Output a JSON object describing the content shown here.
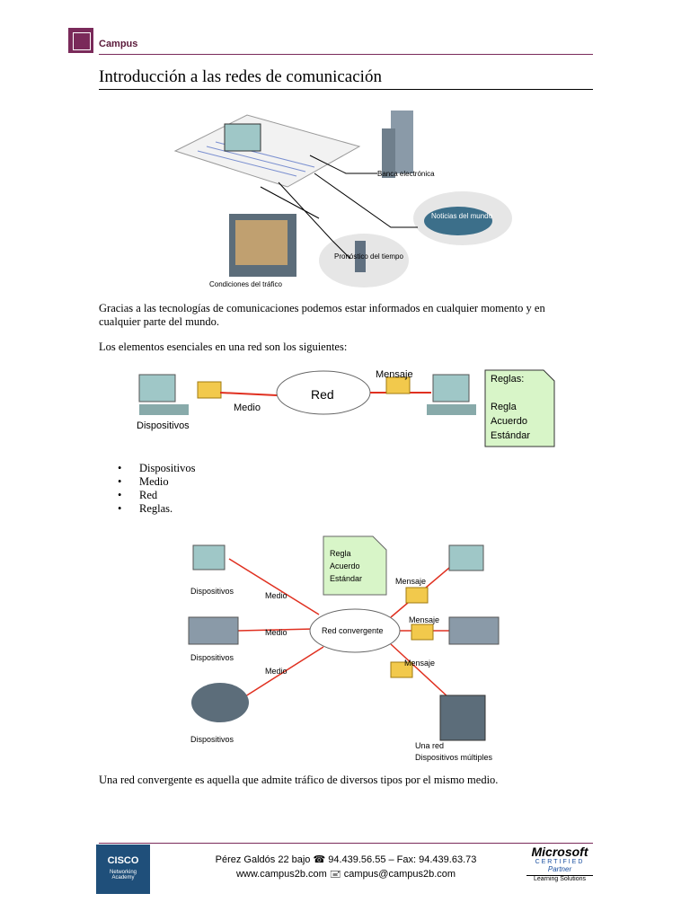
{
  "header": {
    "brand": "Campus"
  },
  "title": "Introducción a las redes de comunicación",
  "figure1": {
    "labels": {
      "banca": "Banca electrónica",
      "noticias": "Noticias del mundo",
      "pronostico": "Pronóstico del tiempo",
      "trafico": "Condiciones del tráfico"
    }
  },
  "paragraph1": "Gracias a las tecnologías de comunicaciones podemos estar informados en cualquier momento y en cualquier parte del mundo.",
  "paragraph2": "Los elementos esenciales en una red son los siguientes:",
  "figure2": {
    "dispositivos": "Dispositivos",
    "medio": "Medio",
    "red": "Red",
    "mensaje": "Mensaje",
    "reglas_title": "Reglas:",
    "regla": "Regla",
    "acuerdo": "Acuerdo",
    "estandar": "Estándar"
  },
  "bullets": [
    "Dispositivos",
    "Medio",
    "Red",
    "Reglas."
  ],
  "figure3": {
    "regla": "Regla",
    "acuerdo": "Acuerdo",
    "estandar": "Estándar",
    "dispositivos": "Dispositivos",
    "medio": "Medio",
    "mensaje": "Mensaje",
    "red_convergente": "Red convergente",
    "una_red": "Una red",
    "dispositivos_multiples": "Dispositivos múltiples"
  },
  "paragraph3": "Una red convergente es aquella que admite tráfico de diversos tipos por el mismo medio.",
  "footer": {
    "address": "Pérez Galdós 22 bajo ☎ 94.439.56.55 – Fax: 94.439.63.73",
    "web": "www.campus2b.com 🖃 campus@campus2b.com",
    "cisco_name": "CISCO",
    "cisco_line1": "Networking",
    "cisco_line2": "Academy",
    "ms_name": "Microsoft",
    "ms_certified": "CERTIFIED",
    "ms_partner": "Partner",
    "ms_learning": "Learning Solutions"
  },
  "colors": {
    "accent": "#7a2a5a",
    "link_red": "#e03020",
    "envelope": "#f2c94c",
    "rules_note": "#d8f5c8"
  }
}
